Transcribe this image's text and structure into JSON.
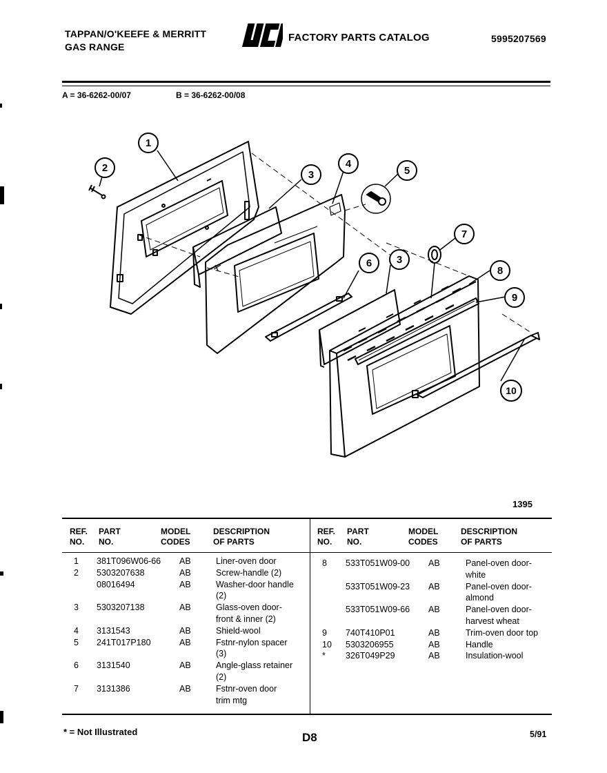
{
  "header": {
    "maker": "TAPPAN/O'KEEFE & MERRITT",
    "product": "GAS RANGE",
    "logo": "WCI",
    "catalog_title": "FACTORY PARTS CATALOG",
    "catalog_number": "5995207569"
  },
  "models": {
    "a": "A = 36-6262-00/07",
    "b": "B = 36-6262-00/08"
  },
  "diagram": {
    "callouts": [
      "1",
      "2",
      "3",
      "4",
      "5",
      "6",
      "3",
      "7",
      "8",
      "9",
      "10"
    ],
    "figure_code": "1395"
  },
  "table": {
    "headers": {
      "ref": "REF.",
      "ref2": "NO.",
      "part": "PART",
      "part2": "NO.",
      "model": "MODEL",
      "model2": "CODES",
      "desc": "DESCRIPTION",
      "desc2": "OF PARTS"
    },
    "left_rows": [
      {
        "ref": "1",
        "part": "381T096W06-66",
        "code": "AB",
        "desc": "Liner-oven door"
      },
      {
        "ref": "2",
        "part": "5303207638",
        "code": "AB",
        "desc": "Screw-handle (2)"
      },
      {
        "ref": "",
        "part": "08016494",
        "code": "AB",
        "desc": "Washer-door handle"
      },
      {
        "ref": "",
        "part": "",
        "code": "",
        "desc": "(2)"
      },
      {
        "ref": "3",
        "part": "5303207138",
        "code": "AB",
        "desc": "Glass-oven door-"
      },
      {
        "ref": "",
        "part": "",
        "code": "",
        "desc": "front & inner (2)"
      },
      {
        "ref": "4",
        "part": "3131543",
        "code": "AB",
        "desc": "Shield-wool"
      },
      {
        "ref": "5",
        "part": "241T017P180",
        "code": "AB",
        "desc": "Fstnr-nylon spacer"
      },
      {
        "ref": "",
        "part": "",
        "code": "",
        "desc": "(3)"
      },
      {
        "ref": "6",
        "part": "3131540",
        "code": "AB",
        "desc": "Angle-glass retainer"
      },
      {
        "ref": "",
        "part": "",
        "code": "",
        "desc": "(2)"
      },
      {
        "ref": "7",
        "part": "3131386",
        "code": "AB",
        "desc": "Fstnr-oven door"
      },
      {
        "ref": "",
        "part": "",
        "code": "",
        "desc": "trim mtg"
      }
    ],
    "right_rows": [
      {
        "ref": "8",
        "part": "533T051W09-00",
        "code": "AB",
        "desc": "Panel-oven door-"
      },
      {
        "ref": "",
        "part": "",
        "code": "",
        "desc": "white"
      },
      {
        "ref": "",
        "part": "533T051W09-23",
        "code": "AB",
        "desc": "Panel-oven door-"
      },
      {
        "ref": "",
        "part": "",
        "code": "",
        "desc": "almond"
      },
      {
        "ref": "",
        "part": "533T051W09-66",
        "code": "AB",
        "desc": "Panel-oven door-"
      },
      {
        "ref": "",
        "part": "",
        "code": "",
        "desc": "harvest wheat"
      },
      {
        "ref": "9",
        "part": "740T410P01",
        "code": "AB",
        "desc": "Trim-oven door top"
      },
      {
        "ref": "10",
        "part": "5303206955",
        "code": "AB",
        "desc": "Handle"
      },
      {
        "ref": "*",
        "part": "326T049P29",
        "code": "AB",
        "desc": "Insulation-wool"
      }
    ]
  },
  "footer": {
    "note": "* = Not Illustrated",
    "page_code": "D8",
    "date": "5/91"
  }
}
